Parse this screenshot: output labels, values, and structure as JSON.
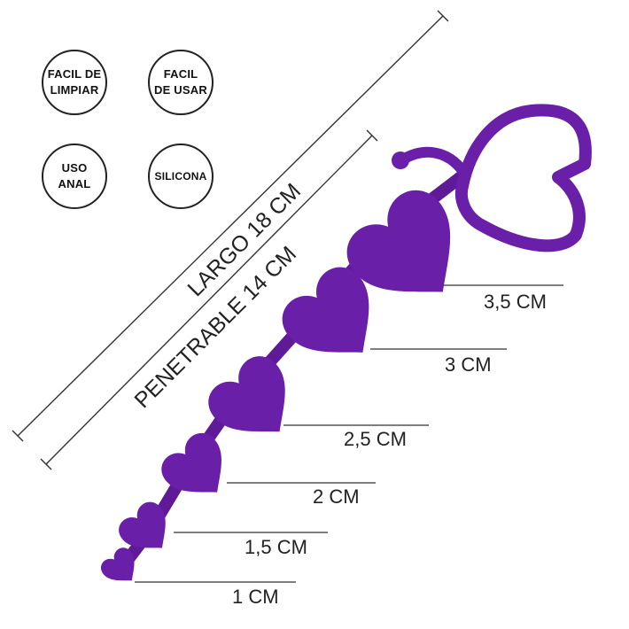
{
  "badges": [
    {
      "id": "facil-limpiar",
      "lines": [
        "FACIL DE",
        "LIMPIAR"
      ]
    },
    {
      "id": "facil-usar",
      "lines": [
        "FACIL",
        "DE USAR"
      ]
    },
    {
      "id": "uso-anal",
      "lines": [
        "USO",
        "ANAL"
      ]
    },
    {
      "id": "silicona",
      "lines": [
        "SILICONA"
      ]
    }
  ],
  "dimensions": {
    "largo": "LARGO 18 CM",
    "penetrable": "PENETRABLE 14 CM"
  },
  "bead_sizes": [
    "3,5 CM",
    "3 CM",
    "2,5 CM",
    "2 CM",
    "1,5 CM",
    "1 CM"
  ],
  "colors": {
    "product": "#6a1fa8",
    "product_shadow": "#4f1383",
    "product_highlight": "#8a3fc8",
    "lines": "#333333"
  }
}
